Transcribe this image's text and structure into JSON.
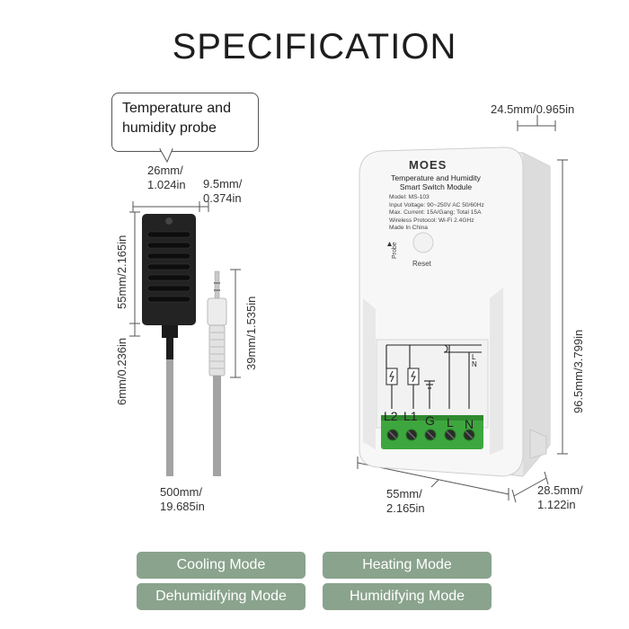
{
  "title": "SPECIFICATION",
  "probe": {
    "callout": "Temperature and humidity probe",
    "width_dim": "26mm/\n1.024in",
    "depth_dim": "9.5mm/\n0.374in",
    "height_dim": "55mm/2.165in",
    "neck_dim": "6mm/0.236in",
    "plug_dim": "39mm/1.535in",
    "cable_dim": "500mm/\n19.685in"
  },
  "module": {
    "brand": "MOES",
    "name_line1": "Temperature and Humidity",
    "name_line2": "Smart Switch Module",
    "model": "Model: MS-103",
    "input": "Input Voltage: 90~250V AC 50/60Hz",
    "current": "Max. Current: 15A/Gang; Total 15A",
    "wireless": "Wireless Protocol: Wi-Fi 2.4GHz",
    "origin": "Made In China",
    "probe_label": "Probe",
    "reset_label": "Reset",
    "terminals": [
      "L2",
      "L1",
      "G",
      "L",
      "N"
    ],
    "wire_L": "L",
    "wire_N": "N",
    "depth_dim": "24.5mm/0.965in",
    "height_dim": "96.5mm/3.799in",
    "width_dim": "55mm/\n2.165in",
    "thickness_dim": "28.5mm/\n1.122in"
  },
  "modes": [
    {
      "label": "Cooling Mode"
    },
    {
      "label": "Heating Mode"
    },
    {
      "label": "Dehumidifying Mode"
    },
    {
      "label": "Humidifying Mode"
    }
  ],
  "colors": {
    "mode_button": "#8aa38c",
    "terminal": "#3aa63a",
    "probe_body": "#222222"
  }
}
